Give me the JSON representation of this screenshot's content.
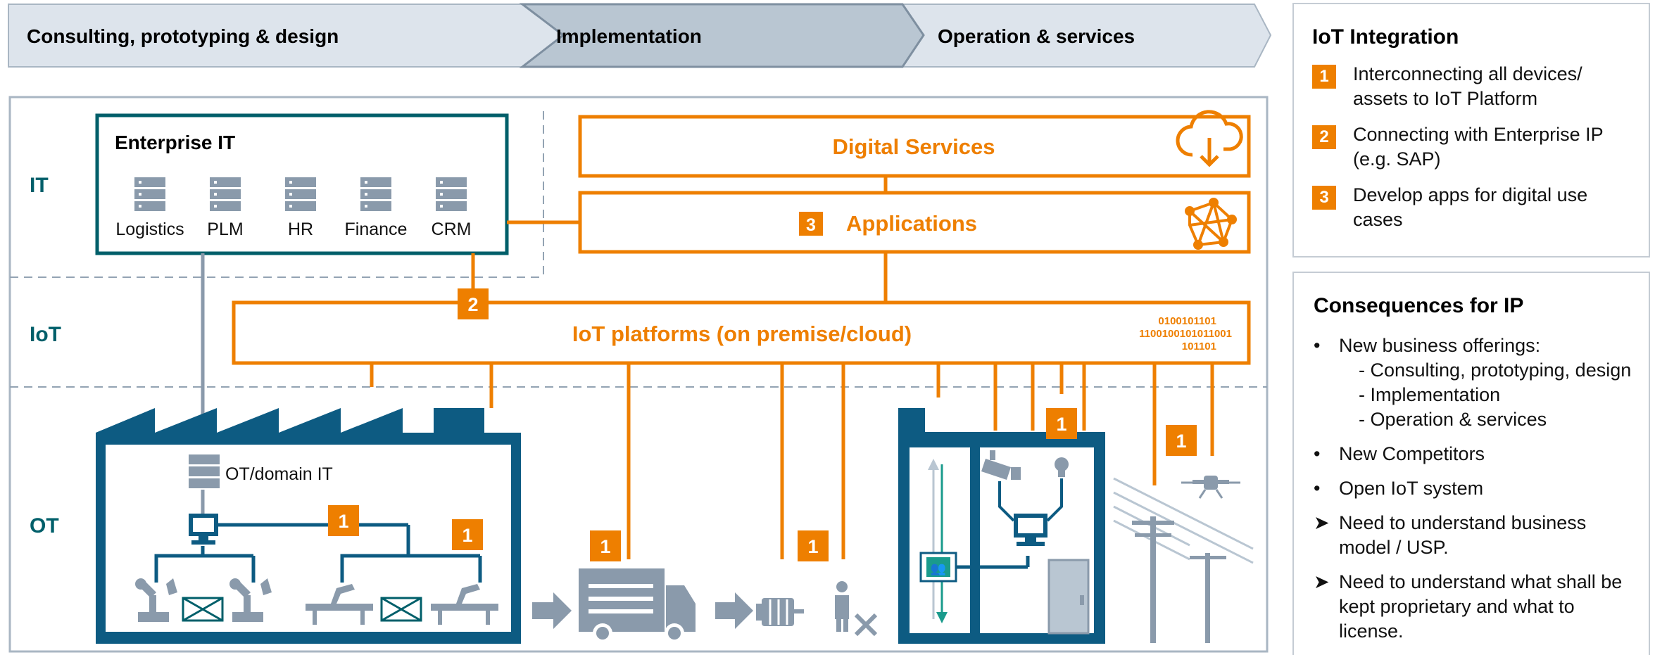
{
  "phases": [
    "Consulting, prototyping & design",
    "Implementation",
    "Operation & services"
  ],
  "layers": {
    "it": "IT",
    "iot": "IoT",
    "ot": "OT"
  },
  "enterprise": {
    "title": "Enterprise IT",
    "systems": [
      "Logistics",
      "PLM",
      "HR",
      "Finance",
      "CRM"
    ]
  },
  "digital_services": "Digital Services",
  "applications": {
    "badge": "3",
    "label": "Applications"
  },
  "iot_platforms": {
    "label": "IoT platforms (on premise/cloud)",
    "binary": [
      "0100101101",
      "1100100101011001",
      "101101"
    ]
  },
  "badges": {
    "two": "2",
    "one": "1"
  },
  "factory": {
    "domain_it": "OT/domain IT"
  },
  "iot_integration": {
    "title": "IoT Integration",
    "items": [
      {
        "num": "1",
        "text": "Interconnecting all devices/ assets to IoT Platform"
      },
      {
        "num": "2",
        "text": "Connecting with Enterprise IP (e.g. SAP)"
      },
      {
        "num": "3",
        "text": "Develop apps for digital use cases"
      }
    ]
  },
  "consequences": {
    "title": "Consequences for IP",
    "bullet1": "New business offerings:",
    "subitems": [
      "Consulting, prototyping, design",
      "Implementation",
      "Operation & services"
    ],
    "bullet2": "New Competitors",
    "bullet3": "Open IoT system",
    "arrow1": "Need to understand business model / USP.",
    "arrow2": "Need to understand what shall be kept proprietary and what to license."
  },
  "colors": {
    "orange": "#ee7f00",
    "teal": "#005f6a",
    "navy": "#0d5b82",
    "grey": "#8a9aab",
    "light": "#dde4ec",
    "mid": "#b9c6d2"
  }
}
